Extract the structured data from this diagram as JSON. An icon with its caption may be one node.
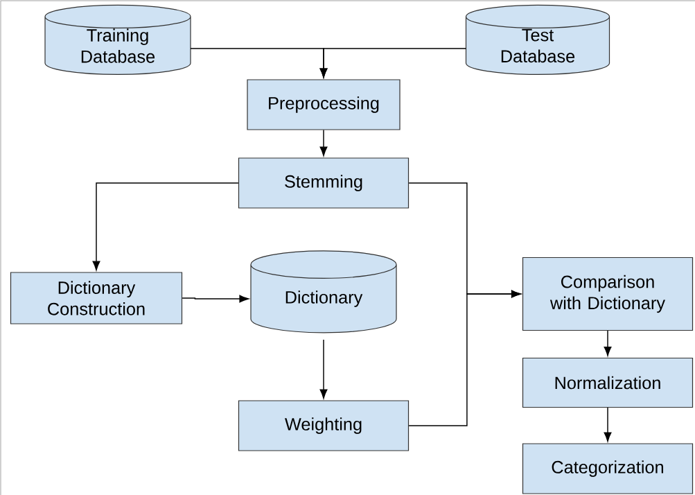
{
  "diagram": {
    "nodes": [
      {
        "text": [
          "Training Database"
        ]
      },
      {
        "text": [
          "Test Database"
        ]
      },
      {
        "text": [
          "Preprocessing"
        ]
      },
      {
        "text": [
          "Stemming"
        ]
      },
      {
        "text": [
          "Dictionary Construction"
        ]
      },
      {
        "text": [
          "Dictionary"
        ]
      },
      {
        "text": [
          "Weighting"
        ]
      },
      {
        "text": [
          "Comparison with Dictionary"
        ]
      },
      {
        "text": [
          "Normalization"
        ]
      },
      {
        "text": [
          "Categorization"
        ]
      }
    ],
    "edges": [
      {
        "from": 0,
        "to": 2,
        "arrow": "to"
      },
      {
        "from": 1,
        "to": 2,
        "arrow": "to"
      },
      {
        "from": 2,
        "to": 3,
        "arrow": "to"
      },
      {
        "from": 3,
        "to": 4,
        "arrow": "to"
      },
      {
        "from": 4,
        "to": 5,
        "arrow": "to"
      },
      {
        "from": 5,
        "to": 6,
        "arrow": "to"
      },
      {
        "from": 3,
        "to": 7,
        "arrow": "to"
      },
      {
        "from": 6,
        "to": 7,
        "arrow": "to"
      },
      {
        "from": 7,
        "to": 8,
        "arrow": "to"
      },
      {
        "from": 8,
        "to": 9,
        "arrow": "to"
      }
    ]
  }
}
